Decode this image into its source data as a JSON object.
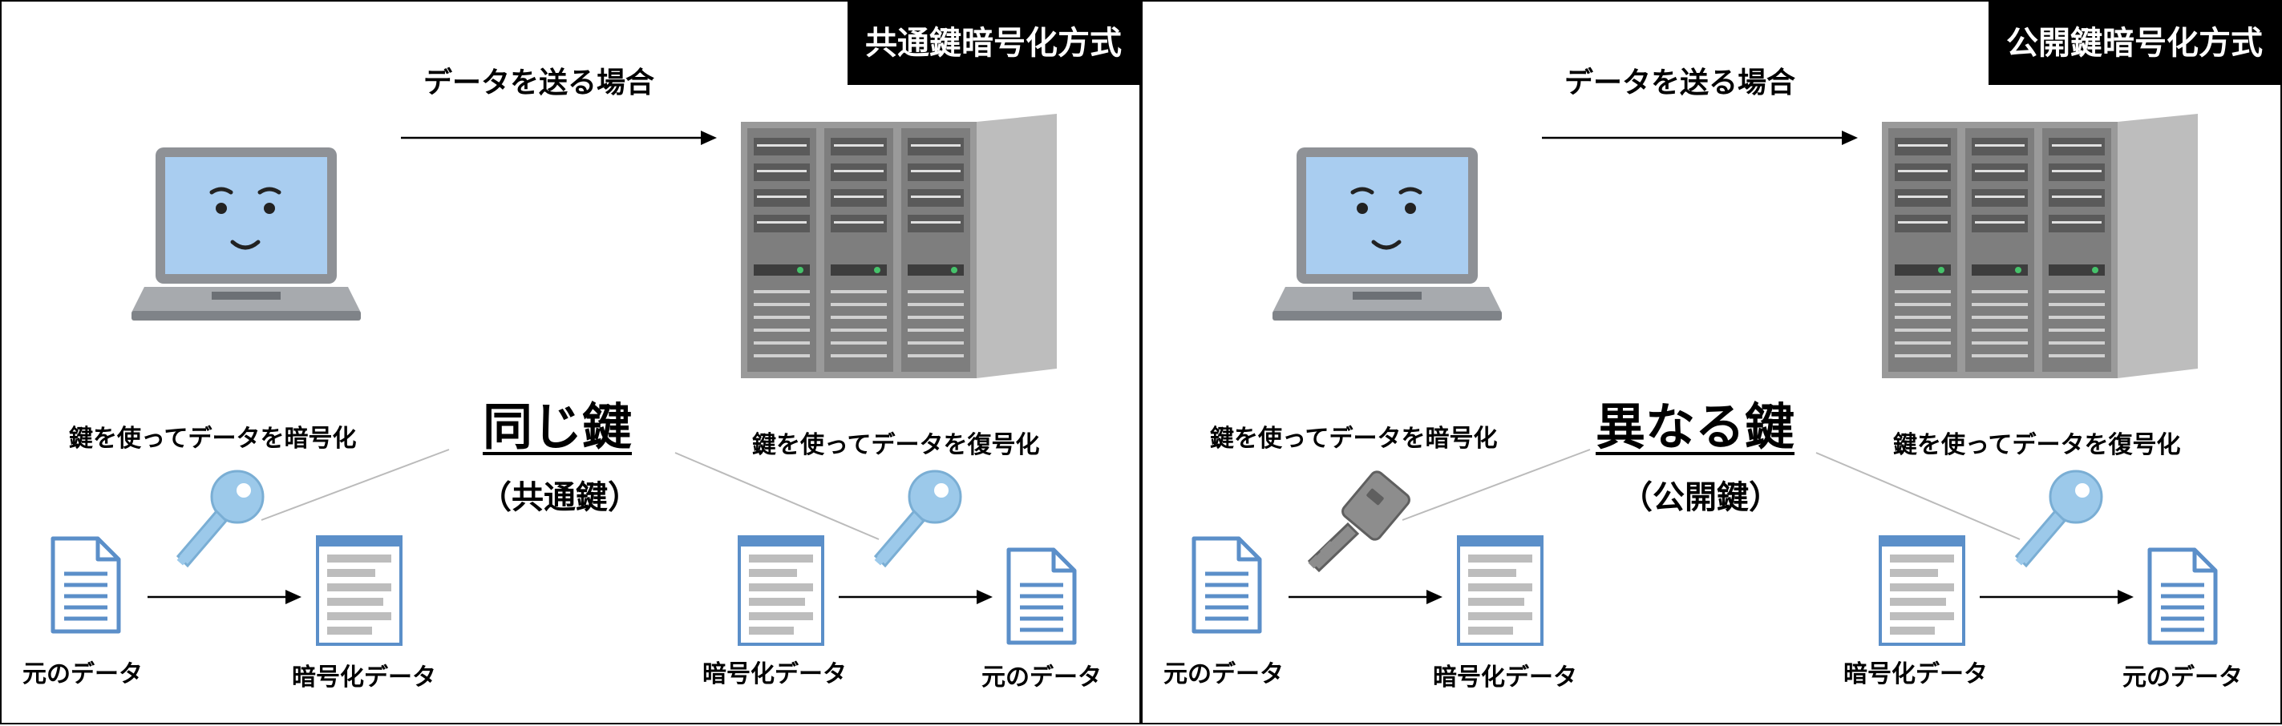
{
  "panels": [
    {
      "title": "共通鍵暗号化方式",
      "send_label": "データを送る場合",
      "key_heading": "同じ鍵",
      "key_subheading": "（共通鍵）",
      "encrypt_label": "鍵を使ってデータを暗号化",
      "decrypt_label": "鍵を使ってデータを復号化",
      "source_data_label": "元のデータ",
      "encrypted_data_label": "暗号化データ",
      "received_encrypted_label": "暗号化データ",
      "result_data_label": "元のデータ",
      "encrypt_key_icon": "blue-key-icon",
      "decrypt_key_icon": "blue-key-icon"
    },
    {
      "title": "公開鍵暗号化方式",
      "send_label": "データを送る場合",
      "key_heading": "異なる鍵",
      "key_subheading": "（公開鍵）",
      "encrypt_label": "鍵を使ってデータを暗号化",
      "decrypt_label": "鍵を使ってデータを復号化",
      "source_data_label": "元のデータ",
      "encrypted_data_label": "暗号化データ",
      "received_encrypted_label": "暗号化データ",
      "result_data_label": "元のデータ",
      "encrypt_key_icon": "gray-key-icon",
      "decrypt_key_icon": "blue-key-icon"
    }
  ],
  "colors": {
    "laptop_screen": "#a9cdf0",
    "laptop_body": "#8e9196",
    "server_body": "#9a9a9a",
    "key_blue": "#9cc9ea",
    "key_gray": "#8d8d8d",
    "document_blue": "#5b8fc9"
  }
}
